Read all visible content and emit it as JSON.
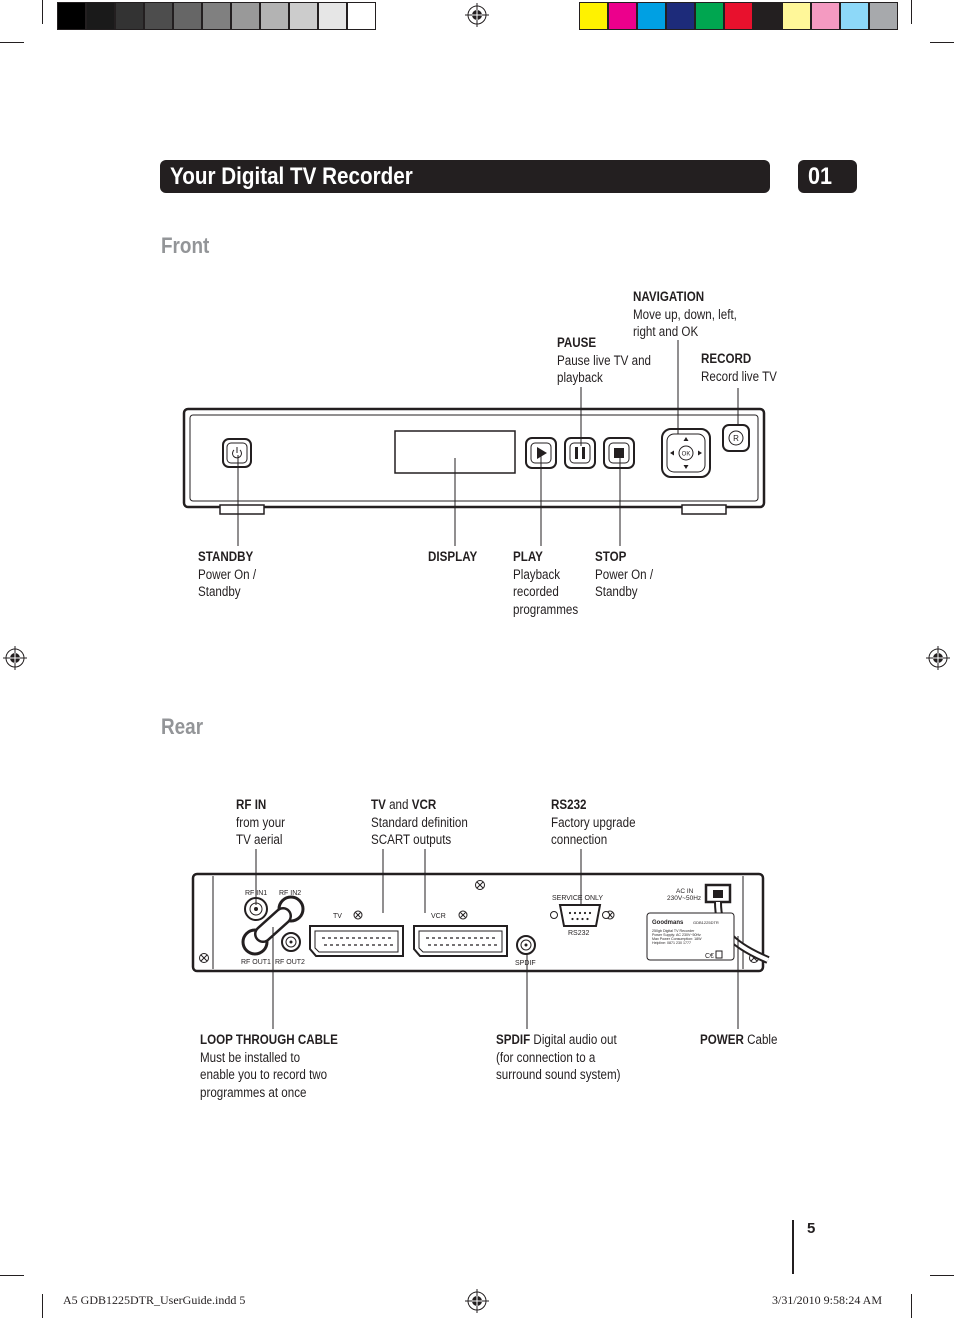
{
  "header": {
    "title": "Your Digital TV Recorder",
    "chapter": "01"
  },
  "sections": {
    "front": "Front",
    "rear": "Rear"
  },
  "front_labels": {
    "navigation": {
      "name": "NAVIGATION",
      "desc1": "Move up, down, left,",
      "desc2": "right and OK"
    },
    "pause": {
      "name": "PAUSE",
      "desc1": "Pause live TV and",
      "desc2": "playback"
    },
    "record": {
      "name": "RECORD",
      "desc1": "Record live TV"
    },
    "standby": {
      "name": "STANDBY",
      "desc1": "Power On /",
      "desc2": "Standby"
    },
    "display": {
      "name": "DISPLAY"
    },
    "play": {
      "name": "PLAY",
      "desc1": "Playback",
      "desc2": "recorded",
      "desc3": "programmes"
    },
    "stop": {
      "name": "STOP",
      "desc1": "Power On /",
      "desc2": "Standby"
    }
  },
  "front_device": {
    "ok_label": "OK",
    "record_label": "R"
  },
  "rear_labels": {
    "rf_in": {
      "name": "RF IN",
      "desc1": "from your",
      "desc2": "TV aerial"
    },
    "tv_vcr": {
      "name1": "TV",
      "and": "and",
      "name2": "VCR",
      "desc1": "Standard definition",
      "desc2": "SCART outputs"
    },
    "rs232": {
      "name": "RS232",
      "desc1": "Factory upgrade",
      "desc2": "connection"
    },
    "loop": {
      "name": "LOOP THROUGH CABLE",
      "desc1": "Must be installed to",
      "desc2": "enable you to record two",
      "desc3": "programmes at once"
    },
    "spdif": {
      "name": "SPDIF",
      "desc0": "Digital audio out",
      "desc1": "(for connection to a",
      "desc2": "surround sound system)"
    },
    "power": {
      "name": "POWER",
      "desc0": "Cable"
    }
  },
  "rear_device": {
    "rf_in1": "RF IN1",
    "rf_in2": "RF IN2",
    "rf_out1": "RF OUT1",
    "rf_out2": "RF OUT2",
    "tv": "TV",
    "vcr": "VCR",
    "service_only": "SERVICE ONLY",
    "rs232": "RS232",
    "spdif": "SPDIF",
    "ac_in1": "AC IN",
    "ac_in2": "230V~50Hz",
    "brand": "Goodmans",
    "model": "GDB1225DTR",
    "rating1": "250gb Digital TV Recorder",
    "rating2": "Power Supply: AC 230V~50Hz",
    "rating3": "Max Power Consumption: 18W",
    "rating4": "Helpline: 0871 230 1777"
  },
  "page_number": "5",
  "footer": {
    "file": "A5 GDB1225DTR_UserGuide.indd   5",
    "date": "3/31/2010   9:58:24 AM"
  },
  "colors": {
    "grays": [
      "#000000",
      "#1a1a1a",
      "#333333",
      "#4d4d4d",
      "#666666",
      "#808080",
      "#999999",
      "#b3b3b3",
      "#cccccc",
      "#e6e6e6",
      "#ffffff"
    ],
    "process": [
      "#fff200",
      "#ec008c",
      "#00a0e3",
      "#1d2b7a",
      "#00a650",
      "#e8112d",
      "#231f20",
      "#fff799",
      "#f49ac1",
      "#8dd8f8",
      "#a7a9ac"
    ],
    "title_bar": "#231f20",
    "section_heading": "#939598"
  }
}
